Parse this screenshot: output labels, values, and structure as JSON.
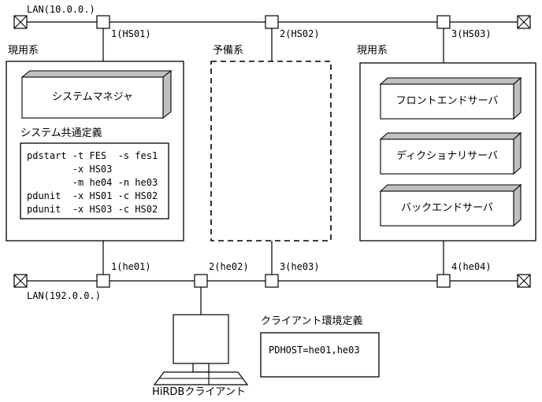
{
  "diagram": {
    "title": "HiRDB system configuration diagram",
    "colors": {
      "line": "#000000",
      "box_top_face": "#c0c0c0",
      "box_side_face": "#c0c0c0",
      "background": "#ffffff"
    },
    "networks": [
      {
        "name": "top-lan",
        "label": "LAN(10.0.0.)",
        "nodes": [
          {
            "label": "1(HS01)"
          },
          {
            "label": "2(HS02)"
          },
          {
            "label": "3(HS03)"
          }
        ]
      },
      {
        "name": "bottom-lan",
        "label": "LAN(192.0.0.)",
        "nodes": [
          {
            "label": "1(he01)"
          },
          {
            "label": "2(he02)"
          },
          {
            "label": "3(he03)"
          },
          {
            "label": "4(he04)"
          }
        ]
      }
    ],
    "groups": [
      {
        "name": "left-active-system",
        "label": "現用系",
        "style": "solid"
      },
      {
        "name": "standby-system",
        "label": "予備系",
        "style": "dashed"
      },
      {
        "name": "right-active-system",
        "label": "現用系",
        "style": "solid"
      }
    ],
    "left_system": {
      "manager_box_label": "システムマネジャ",
      "common_def_label": "システム共通定義",
      "common_def_code": "pdstart -t FES  -s fes1\n        -x HS03\n        -m he04 -n he03\npdunit  -x HS01 -c HS02\npdunit  -x HS03 -c HS02"
    },
    "right_system": {
      "servers": [
        {
          "label": "フロントエンドサーバ"
        },
        {
          "label": "ディクショナリサーバ"
        },
        {
          "label": "バックエンドサーバ"
        }
      ]
    },
    "client": {
      "caption": "HiRDBクライアント",
      "env_def_label": "クライアント環境定義",
      "env_def_code": "PDHOST=he01,he03"
    }
  }
}
